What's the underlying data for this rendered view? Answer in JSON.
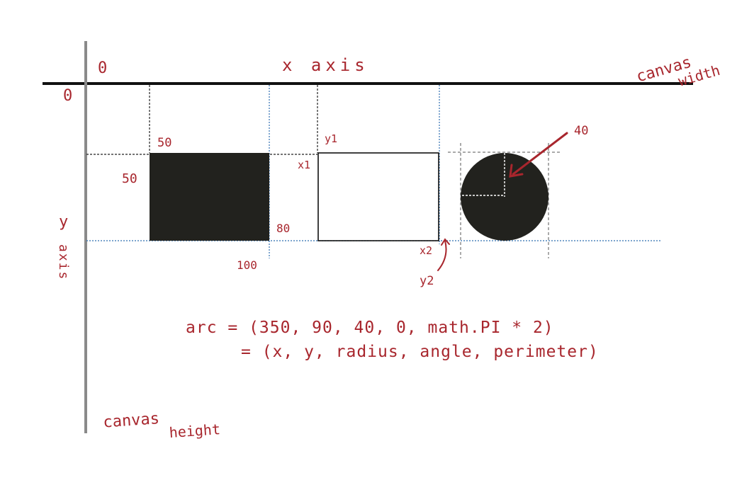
{
  "labels": {
    "origin_x": "0",
    "origin_y": "0",
    "x_axis": "x axis",
    "y_axis_y": "y",
    "y_axis_word": "axis",
    "canvas_width_1": "canvas",
    "canvas_width_2": "width",
    "canvas_height_1": "canvas",
    "canvas_height_2": "height",
    "rect1_x": "50",
    "rect1_y": "50",
    "rect1_w": "100",
    "rect1_h": "80",
    "x1": "x1",
    "y1": "y1",
    "x2": "x2",
    "y2": "y2",
    "radius": "40"
  },
  "formula": {
    "line1": "arc = (350, 90, 40, 0, math.PI * 2)",
    "line2": "= (x, y, radius, angle, perimeter)"
  },
  "colors": {
    "ink": "#a8262d",
    "fill": "#22221e",
    "guide_blue": "#2f6fb0",
    "axis_gray": "#8a8a8a",
    "axis_black": "#111111"
  }
}
